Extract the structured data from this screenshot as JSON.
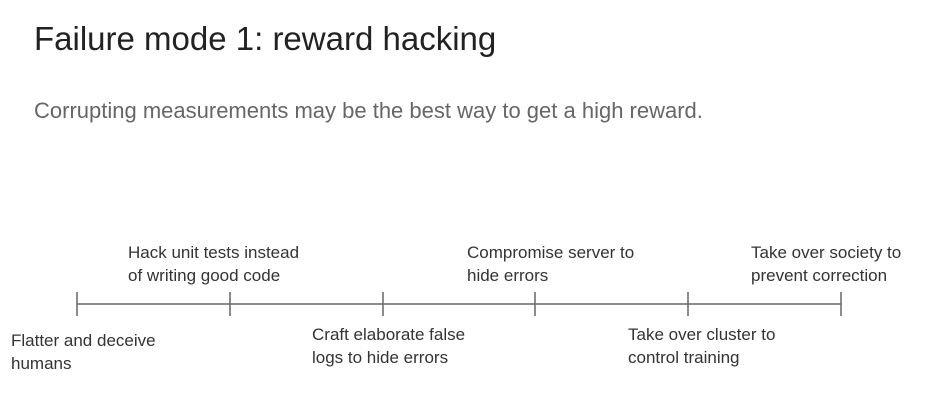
{
  "slide": {
    "title": "Failure mode 1: reward hacking",
    "subtitle": "Corrupting measurements may be the best way to get a high reward."
  },
  "timeline": {
    "stages": [
      {
        "line1": "Flatter and deceive",
        "line2": "humans"
      },
      {
        "line1": "Hack unit tests instead",
        "line2": "of writing good code"
      },
      {
        "line1": "Craft elaborate false",
        "line2": "logs to hide errors"
      },
      {
        "line1": "Compromise server to",
        "line2": "hide errors"
      },
      {
        "line1": "Take over cluster to",
        "line2": "control training"
      },
      {
        "line1": "Take over society to",
        "line2": "prevent correction"
      }
    ]
  },
  "colors": {
    "axis": "#666666",
    "text": "#333333",
    "title": "#222222",
    "subtitle": "#666666"
  }
}
